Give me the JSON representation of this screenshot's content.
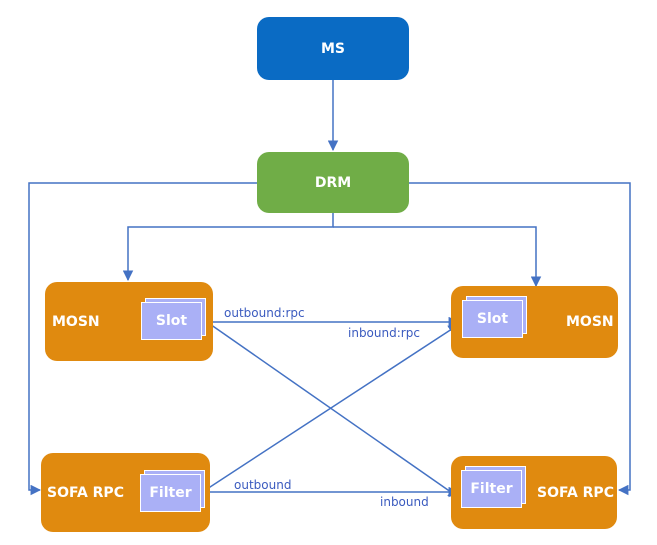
{
  "nodes": {
    "ms": {
      "label": "MS"
    },
    "drm": {
      "label": "DRM"
    },
    "mosn_left": {
      "label": "MOSN",
      "component": "Slot"
    },
    "mosn_right": {
      "label": "MOSN",
      "component": "Slot"
    },
    "sofa_left": {
      "label": "SOFA RPC",
      "component": "Filter"
    },
    "sofa_right": {
      "label": "SOFA RPC",
      "component": "Filter"
    }
  },
  "edge_labels": {
    "outbound_rpc": "outbound:rpc",
    "inbound_rpc": "inbound:rpc",
    "outbound": "outbound",
    "inbound": "inbound"
  },
  "colors": {
    "ms": "#0a6bc4",
    "drm": "#70ad47",
    "service": "#e08a0f",
    "component": "#aab0f6",
    "edge": "#4472c4"
  }
}
